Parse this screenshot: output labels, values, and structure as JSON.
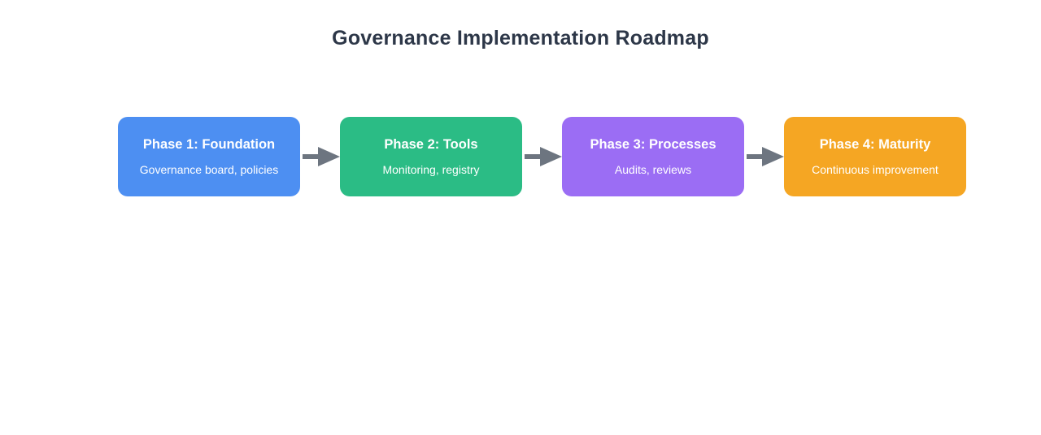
{
  "page": {
    "title": "Governance Implementation Roadmap",
    "title_color": "#2d3748",
    "background_color": "#ffffff"
  },
  "roadmap": {
    "arrow_color": "#6d7580",
    "text_color": "#ffffff",
    "phases": [
      {
        "title": "Phase 1: Foundation",
        "subtitle": "Governance board, policies",
        "color": "#4d8ff2"
      },
      {
        "title": "Phase 2: Tools",
        "subtitle": "Monitoring, registry",
        "color": "#2bbc85"
      },
      {
        "title": "Phase 3: Processes",
        "subtitle": "Audits, reviews",
        "color": "#9b6df4"
      },
      {
        "title": "Phase 4: Maturity",
        "subtitle": "Continuous improvement",
        "color": "#f5a623"
      }
    ]
  }
}
